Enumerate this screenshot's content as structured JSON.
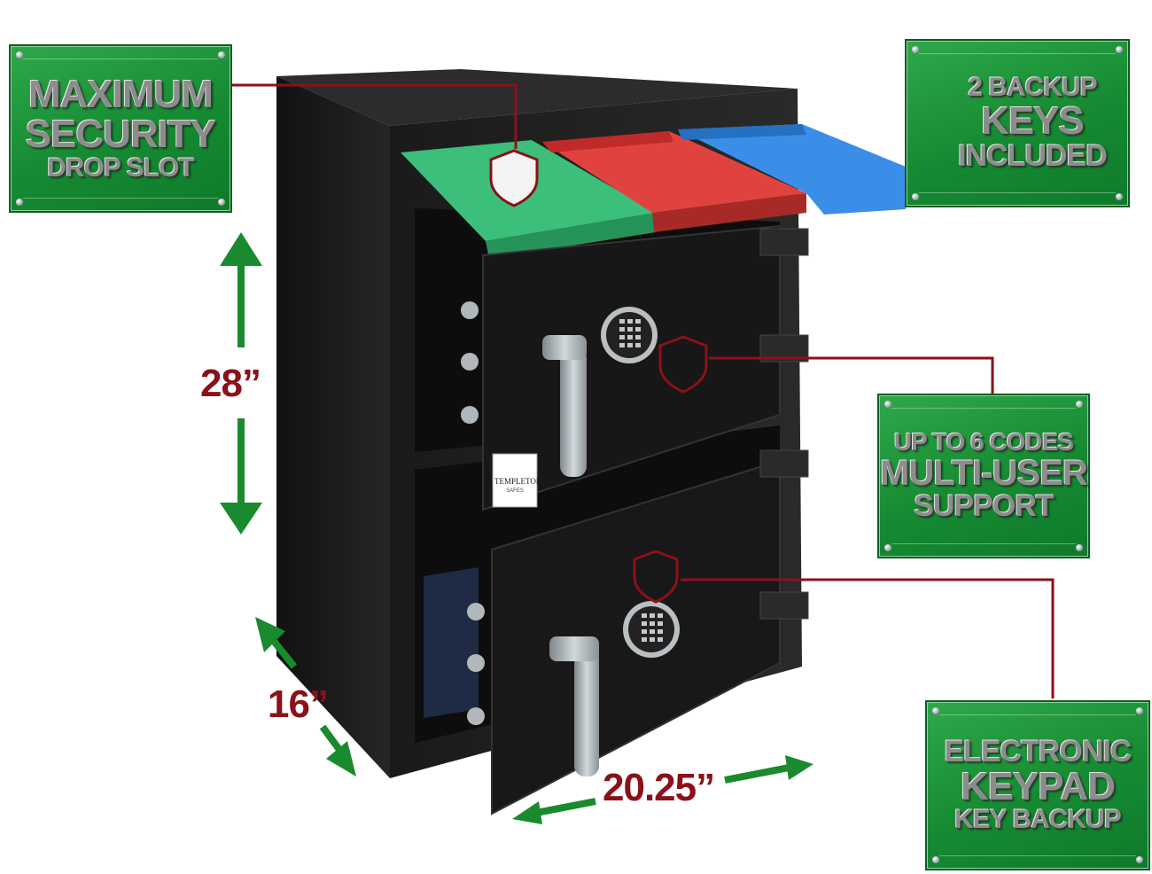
{
  "callouts": {
    "drop_slot": {
      "line1": "MAXIMUM",
      "line2": "SECURITY",
      "line3": "DROP SLOT"
    },
    "keys": {
      "line1": "2 BACKUP",
      "line2": "KEYS",
      "line3": "INCLUDED"
    },
    "codes": {
      "line1": "UP TO 6 CODES",
      "line2": "MULTI-USER",
      "line3": "SUPPORT"
    },
    "keypad": {
      "line1": "ELECTRONIC",
      "line2": "KEYPAD",
      "line3": "KEY BACKUP"
    }
  },
  "dimensions": {
    "height": "28”",
    "depth": "16”",
    "width": "20.25”"
  },
  "brand": {
    "name": "TEMPLETON",
    "sub": "SAFES"
  },
  "icons": [
    "lock-shield-icon",
    "key-icon",
    "screw-icon",
    "arrow-icon"
  ],
  "colors": {
    "plate_green": "#168a32",
    "callout_line": "#8b1118",
    "arrow_green": "#1a8a2e",
    "safe_body": "#1d1d1d",
    "slot_green": "#3bbf7a",
    "slot_red": "#e0433f",
    "slot_blue": "#3b8ee8"
  }
}
